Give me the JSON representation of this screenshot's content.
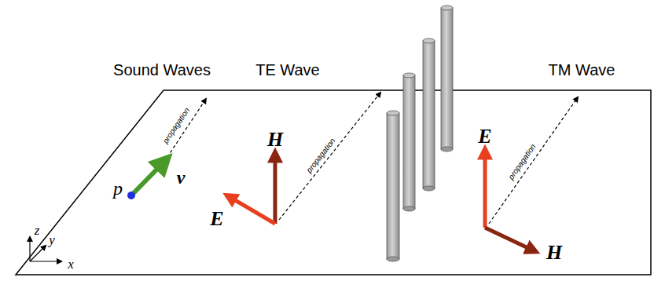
{
  "diagram": {
    "labels": [
      "Sound Waves",
      "TE Wave",
      "TM Wave",
      "propagation",
      "p",
      "v",
      "H",
      "E",
      "propagation",
      "E",
      "H",
      "propagation",
      "z",
      "y",
      "x"
    ]
  }
}
